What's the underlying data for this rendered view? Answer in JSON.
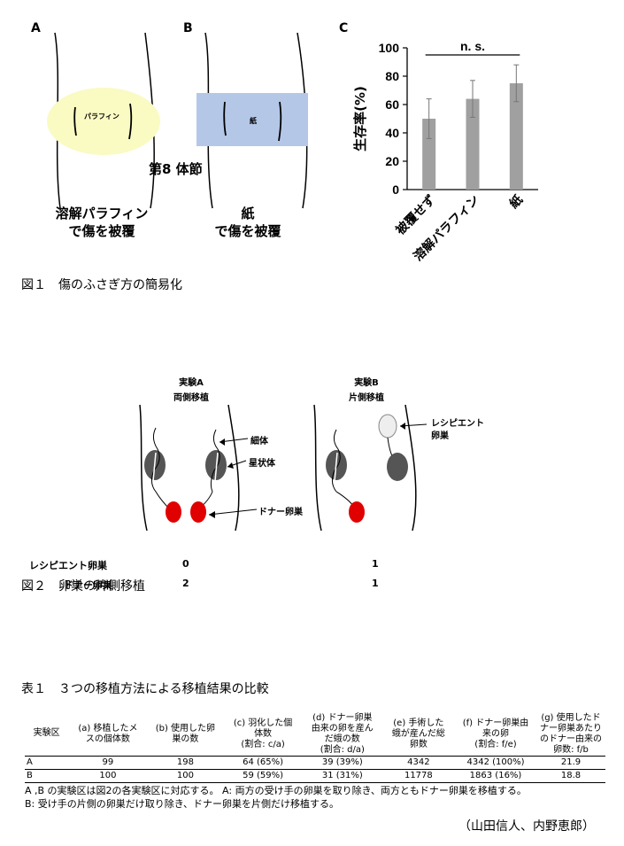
{
  "fig1": {
    "panel_a": "A",
    "panel_b": "B",
    "panel_c": "C",
    "paraffin_label": "パラフィン",
    "paper_label": "紙",
    "segment_label": "第8 体節",
    "caption_a_line1": "溶解パラフィン",
    "caption_a_line2": "で傷を被覆",
    "caption_b_line1": "紙",
    "caption_b_line2": "で傷を被覆",
    "caption": "図１　傷のふさぎ方の簡易化",
    "colors": {
      "paraffin": "#fafac3",
      "paper": "#b4c7e7",
      "bar": "#a0a0a0"
    }
  },
  "chart_data": {
    "type": "bar",
    "categories": [
      "被覆せず",
      "溶解パラフィン",
      "紙"
    ],
    "values": [
      50,
      64,
      75
    ],
    "errors": [
      14,
      13,
      13
    ],
    "ylabel": "生存率(%)",
    "ylim": [
      0,
      100
    ],
    "yticks": [
      "0",
      "20",
      "40",
      "60",
      "80",
      "100"
    ],
    "annotation": "n. s.",
    "grid": false
  },
  "fig2": {
    "expA_title1": "実験A",
    "expA_title2": "両側移植",
    "expB_title1": "実験B",
    "expB_title2": "片側移植",
    "label_saitai": "細体",
    "label_seijotai": "星状体",
    "label_donor": "ドナー卵巣",
    "label_recipient_1": "レシピエント",
    "label_recipient_2": "卵巣",
    "row1_label": "レシピエント卵巣",
    "row1_a": "0",
    "row1_b": "1",
    "row2_label": "ドナー卵巣",
    "row2_a": "2",
    "row2_b": "1",
    "caption": "図２　卵巣の片側移植"
  },
  "table1": {
    "caption": "表１　３つの移植方法による移植結果の比較",
    "headers": [
      "実験区",
      "(a) 移植したメスの個体数",
      "(b) 使用した卵巣の数",
      "(c) 羽化した個体数\n(割合: c/a)",
      "(d) ドナー卵巣由来の卵を産んだ蛾の数\n(割合: d/a)",
      "(e) 手術した蛾が産んだ総卵数",
      "(f) ドナー卵巣由来の卵\n(割合: f/e)",
      "(g) 使用したドナー卵巣あたりのドナー由来の卵数: f/b"
    ],
    "rows": [
      [
        "A",
        "99",
        "198",
        "64 (65%)",
        "39 (39%)",
        "4342",
        "4342 (100%)",
        "21.9"
      ],
      [
        "B",
        "100",
        "100",
        "59 (59%)",
        "31 (31%)",
        "11778",
        "1863 (16%)",
        "18.8"
      ]
    ],
    "note1": "A ,B の実験区は図2の各実験区に対応する。 A: 両方の受け手の卵巣を取り除き、両方ともドナー卵巣を移植する。",
    "note2": "B: 受け手の片側の卵巣だけ取り除き、ドナー卵巣を片側だけ移植する。"
  },
  "authors": "（山田信人、内野恵郎）"
}
